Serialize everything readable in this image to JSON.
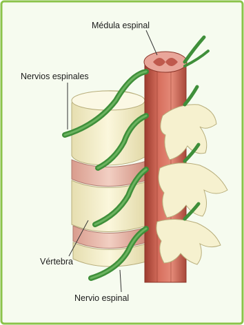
{
  "labels": {
    "spinal_cord": "Médula espinal",
    "spinal_nerves": "Nervios espinales",
    "vertebra": "Vértebra",
    "spinal_nerve": "Nervio espinal"
  },
  "colors": {
    "frame_border": "#8bc34a",
    "frame_fill": "#f6fbef",
    "nerve_green": "#3f8f3a",
    "cord_red": "#c65a4a",
    "bone_cream": "#f4efc8",
    "disc_pink": "#e8b7a8"
  }
}
